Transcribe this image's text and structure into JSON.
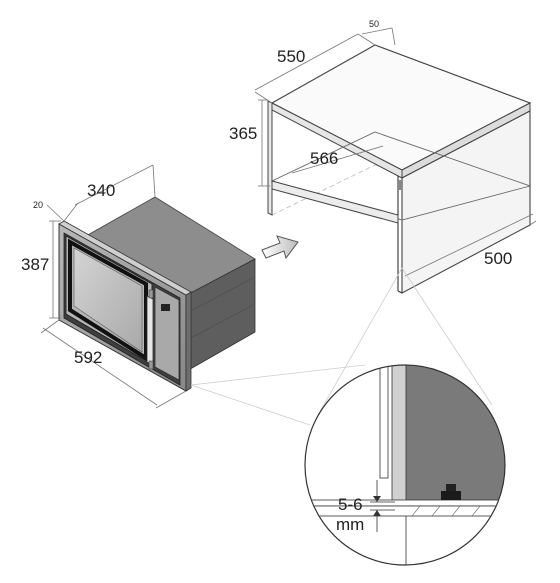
{
  "microwave": {
    "depth": "340",
    "frame": "20",
    "height": "387",
    "width": "592"
  },
  "cabinet": {
    "top_depth": "550",
    "corner": "50",
    "opening_height": "365",
    "opening_width": "566",
    "depth": "500"
  },
  "detail": {
    "gap_value": "5-6",
    "gap_unit": "mm"
  }
}
